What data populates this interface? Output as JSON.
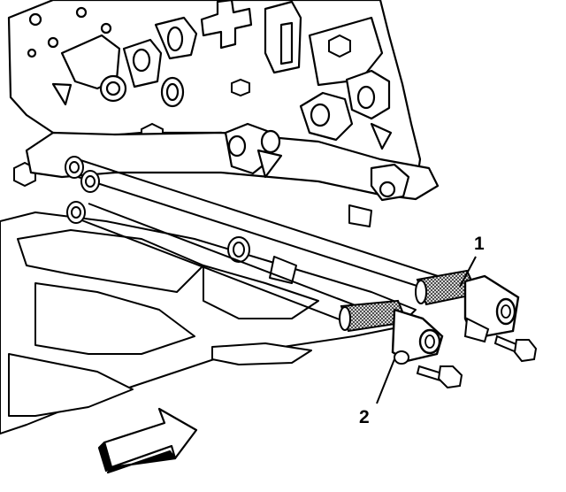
{
  "diagram": {
    "colors": {
      "line": "#000000",
      "fill": "#ffffff",
      "screen_mesh": "#555555"
    },
    "callouts": [
      {
        "id": "1",
        "text": "1"
      },
      {
        "id": "2",
        "text": "2"
      }
    ],
    "icons": {
      "direction_arrow": "front-direction-arrow-icon"
    }
  }
}
